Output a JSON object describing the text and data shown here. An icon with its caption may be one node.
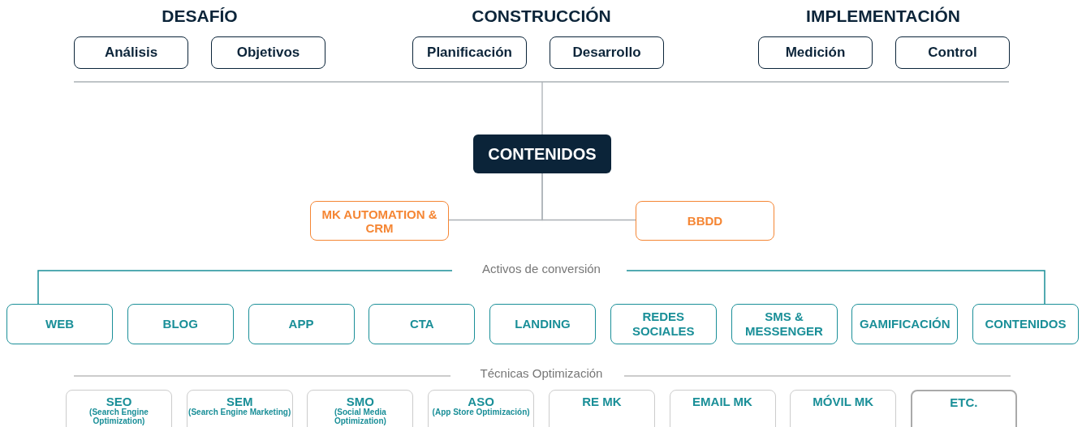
{
  "diagram": {
    "nodes": [
      {
        "text": [
          "Análisis"
        ]
      },
      {
        "text": [
          "Objetivos"
        ]
      },
      {
        "text": [
          "Planificación"
        ]
      },
      {
        "text": [
          "Desarrollo"
        ]
      },
      {
        "text": [
          "Medición"
        ]
      },
      {
        "text": [
          "Control"
        ]
      },
      {
        "text": [
          "CONTENIDOS"
        ]
      },
      {
        "text": [
          "MK AUTOMATION & CRM"
        ]
      },
      {
        "text": [
          "BBDD"
        ]
      },
      {
        "text": [
          "WEB"
        ]
      },
      {
        "text": [
          "BLOG"
        ]
      },
      {
        "text": [
          "APP"
        ]
      },
      {
        "text": [
          "CTA"
        ]
      },
      {
        "text": [
          "LANDING"
        ]
      },
      {
        "text": [
          "REDES SOCIALES"
        ]
      },
      {
        "text": [
          "SMS & MESSENGER"
        ]
      },
      {
        "text": [
          "GAMIFICACIÓN"
        ]
      },
      {
        "text": [
          "CONTENIDOS"
        ]
      },
      {
        "text": [
          "SEO",
          "(Search Engine Optimization)"
        ]
      },
      {
        "text": [
          "SEM",
          "(Search Engine Marketing)"
        ]
      },
      {
        "text": [
          "SMO",
          "(Social Media Optimization)"
        ]
      },
      {
        "text": [
          "ASO",
          "(App Store Optimización)"
        ]
      },
      {
        "text": [
          "RE MK"
        ]
      },
      {
        "text": [
          "EMAIL MK"
        ]
      },
      {
        "text": [
          "MÓVIL MK"
        ]
      },
      {
        "text": [
          "ETC."
        ]
      }
    ],
    "edges": [
      {
        "from": null,
        "to": 6,
        "arrow": "none"
      },
      {
        "from": 6,
        "to": 7,
        "arrow": "none"
      },
      {
        "from": 6,
        "to": 8,
        "arrow": "none"
      }
    ],
    "labels": [
      "DESAFÍO",
      "CONSTRUCCIÓN",
      "IMPLEMENTACIÓN",
      "Activos de conversión",
      "Técnicas Optimización"
    ]
  }
}
